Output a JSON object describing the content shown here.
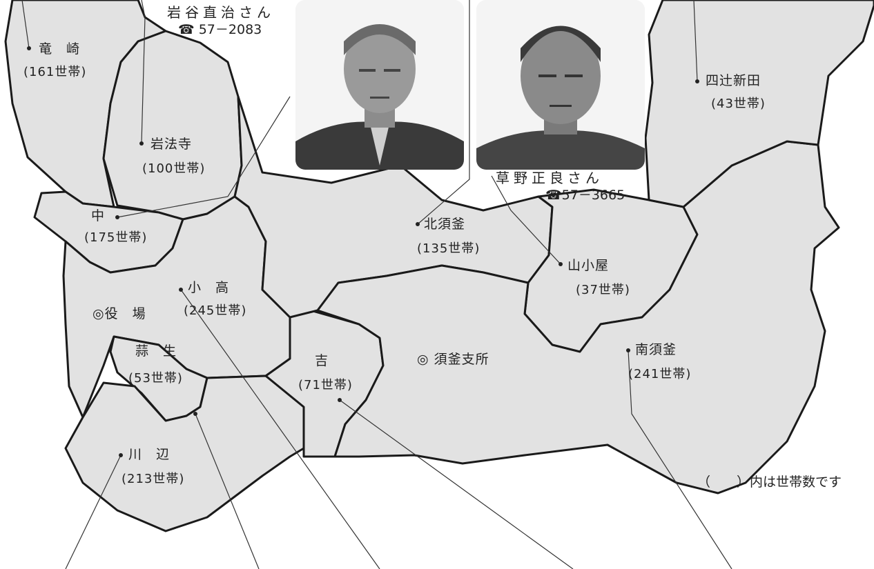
{
  "regions": [
    {
      "id": "tatsuzaki",
      "name": "竜　崎",
      "households": "(161世帯)"
    },
    {
      "id": "ganhouji",
      "name": "岩法寺",
      "households": "(100世帯)"
    },
    {
      "id": "naka",
      "name": "中",
      "households": "(175世帯)"
    },
    {
      "id": "odaka",
      "name": "小　高",
      "households": "(245世帯)"
    },
    {
      "id": "hiru",
      "name": "蒜　生",
      "households": "(53世帯)"
    },
    {
      "id": "kawabe",
      "name": "川　辺",
      "households": "(213世帯)"
    },
    {
      "id": "yoshi",
      "name": "吉",
      "households": "(71世帯)"
    },
    {
      "id": "kitasugama",
      "name": "北須釜",
      "households": "(135世帯)"
    },
    {
      "id": "yamagoya",
      "name": "山小屋",
      "households": "(37世帯)"
    },
    {
      "id": "minamisugama",
      "name": "南須釜",
      "households": "(241世帯)"
    },
    {
      "id": "yotsutsuji",
      "name": "四辻新田",
      "households": "(43世帯)"
    }
  ],
  "landmarks": {
    "town_hall": "◎役　場",
    "sugama_branch": "◎ 須釜支所"
  },
  "persons": [
    {
      "name": "岩谷直治さん",
      "phone_icon": "☎",
      "phone": "57－2083",
      "icon_name": "phone-icon"
    },
    {
      "name": "草野正良さん",
      "phone_icon": "☎",
      "phone": "57－3665",
      "icon_name": "phone-icon"
    }
  ],
  "note": "（　　）内は世帯数です"
}
